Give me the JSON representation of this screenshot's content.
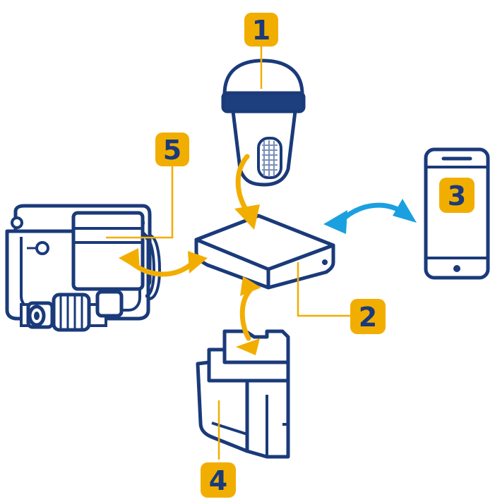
{
  "colors": {
    "outline": "#1a3a7a",
    "accent_dark_band": "#1d3f7e",
    "badge_fill": "#f2ae00",
    "badge_text": "#1a3a7a",
    "arrow_orange": "#f2ae00",
    "arrow_blue": "#1aa0e0",
    "leader_line": "#f2ae00",
    "device_fill": "#ffffff"
  },
  "components": [
    {
      "id": "floating-sensor",
      "icon": "pool-sensor-icon",
      "badge": "1"
    },
    {
      "id": "hub-box",
      "icon": "hub-box-icon",
      "badge": "2"
    },
    {
      "id": "smartphone",
      "icon": "smartphone-icon",
      "badge": "3"
    },
    {
      "id": "din-rail-module",
      "icon": "din-rail-module-icon",
      "badge": "4"
    },
    {
      "id": "pump-controller",
      "icon": "pump-controller-icon",
      "badge": "5"
    }
  ]
}
